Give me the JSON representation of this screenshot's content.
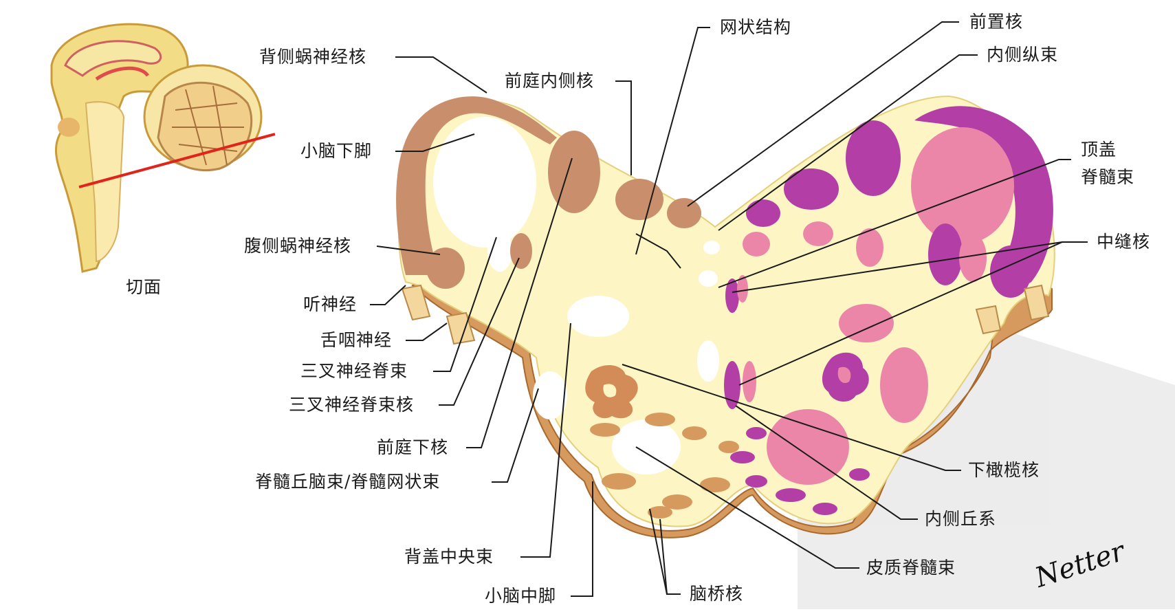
{
  "inset": {
    "caption": "切面"
  },
  "labels": {
    "dorsal_cochlear": "背侧蜗神经核",
    "inferior_peduncle": "小脑下脚",
    "ventral_cochlear": "腹侧蜗神经核",
    "auditory_nerve": "听神经",
    "glossopharyngeal": "舌咽神经",
    "trigeminal_tract": "三叉神经脊束",
    "trigeminal_nucleus": "三叉神经脊束核",
    "inferior_vestibular": "前庭下核",
    "spinothalamic": "脊髓丘脑束/脊髓网状束",
    "central_tegmental": "背盖中央束",
    "middle_peduncle": "小脑中脚",
    "medial_vestibular": "前庭内侧核",
    "reticular": "网状结构",
    "prepositus": "前置核",
    "mlf": "内侧纵束",
    "tectospinal_1": "顶盖",
    "tectospinal_2": "脊髓束",
    "raphe": "中缝核",
    "inferior_olive": "下橄榄核",
    "medial_lemniscus": "内侧丘系",
    "corticospinal": "皮质脊髓束",
    "pontine_nuclei": "脑桥核"
  },
  "signature": "Netter",
  "colors": {
    "tissue": "#fdf6c4",
    "nucleus_brown": "#c98f6c",
    "tract_pink": "#ec86a8",
    "tract_purple": "#b33fa6",
    "outline": "#c47f4b",
    "cut_line": "#e0241b"
  }
}
